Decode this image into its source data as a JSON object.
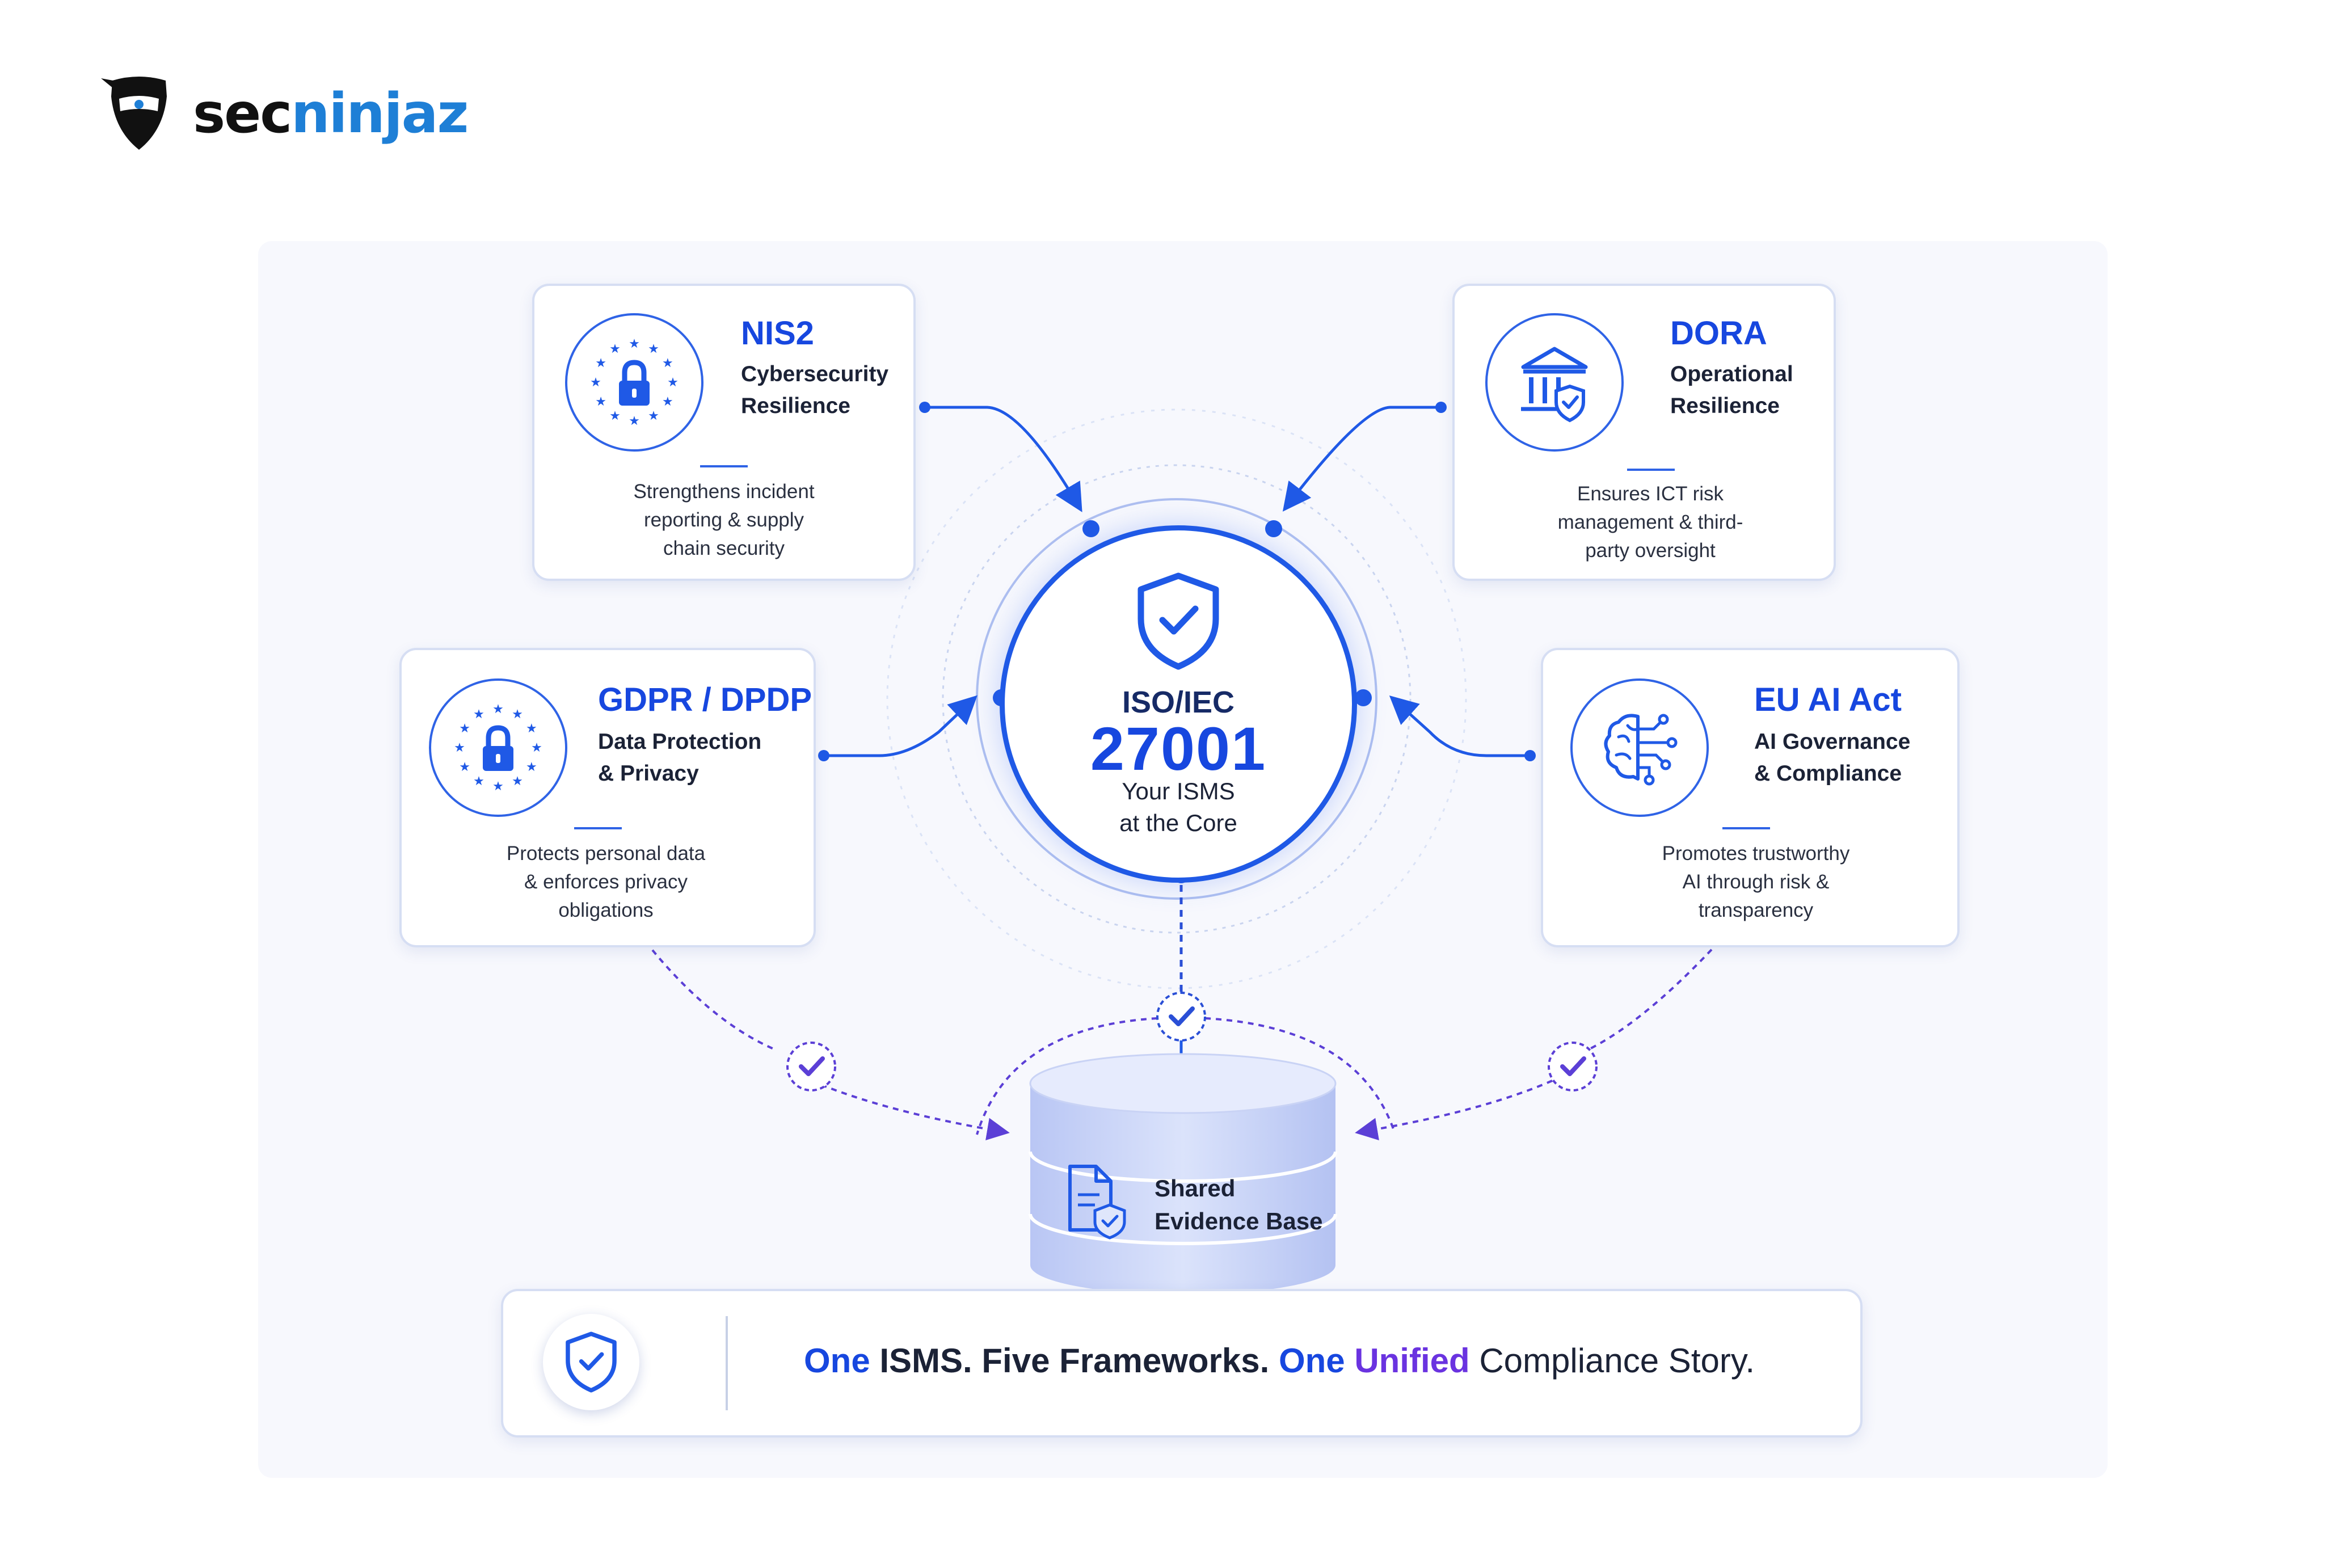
{
  "brand": {
    "name_part1": "sec",
    "name_part2": "ninjaz",
    "colors": {
      "dark": "#111111",
      "blue": "#1e7fd6"
    }
  },
  "core": {
    "line1": "ISO/IEC",
    "line2": "27001",
    "line3a": "Your ISMS",
    "line3b": "at the Core",
    "icon": "shield-check-icon"
  },
  "frameworks": [
    {
      "id": "nis2",
      "title": "NIS2",
      "subtitle": [
        "Cybersecurity",
        "Resilience"
      ],
      "description": [
        "Strengthens incident",
        "reporting & supply",
        "chain security"
      ],
      "icon": "eu-stars-lock-icon"
    },
    {
      "id": "dora",
      "title": "DORA",
      "subtitle": [
        "Operational",
        "Resilience"
      ],
      "description": [
        "Ensures ICT risk",
        "management & third-",
        "party oversight"
      ],
      "icon": "bank-shield-icon"
    },
    {
      "id": "gdpr",
      "title": "GDPR / DPDP",
      "subtitle": [
        "Data Protection",
        "& Privacy"
      ],
      "description": [
        "Protects personal data",
        "& enforces privacy",
        "obligations"
      ],
      "icon": "eu-stars-lock-icon"
    },
    {
      "id": "euai",
      "title": "EU AI Act",
      "subtitle": [
        "AI Governance",
        "& Compliance"
      ],
      "description": [
        "Promotes trustworthy",
        "AI through risk &",
        "transparency"
      ],
      "icon": "ai-brain-icon"
    }
  ],
  "evidence": {
    "line1": "Shared",
    "line2": "Evidence Base",
    "icon": "document-shield-icon"
  },
  "banner": {
    "icon": "shield-check-icon",
    "segments": [
      {
        "text": "One ",
        "style": "blue"
      },
      {
        "text": "ISMS. Five Frameworks. ",
        "style": "dark"
      },
      {
        "text": "One ",
        "style": "blue"
      },
      {
        "text": "Unified ",
        "style": "purple"
      },
      {
        "text": "Compliance Story.",
        "style": "plain"
      }
    ]
  },
  "colors": {
    "primary": "#1f59e6",
    "title_blue": "#1747df",
    "purple": "#6a33e0",
    "text": "#1b2236",
    "card_border": "#d6def3",
    "panel_bg": "#f7f8fd"
  }
}
